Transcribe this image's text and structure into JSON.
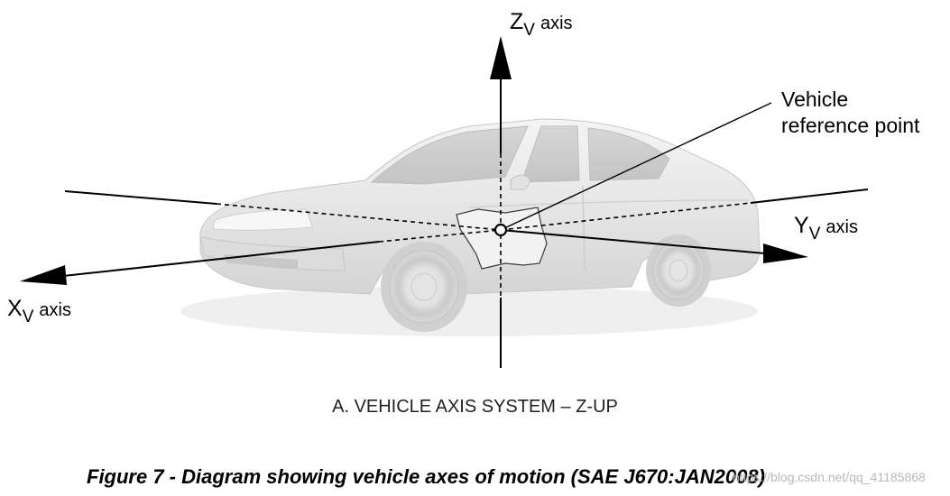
{
  "axes": {
    "z": {
      "letter": "Z",
      "subscript": "V",
      "word": "axis"
    },
    "y": {
      "letter": "Y",
      "subscript": "V",
      "word": "axis"
    },
    "x": {
      "letter": "X",
      "subscript": "V",
      "word": "axis"
    }
  },
  "reference_point": {
    "line1": "Vehicle",
    "line2": "reference point"
  },
  "subcaption": "A. VEHICLE AXIS SYSTEM – Z-UP",
  "caption": "Figure 7 - Diagram showing vehicle axes of motion (SAE J670:JAN2008)",
  "watermark": "https://blog.csdn.net/qq_41185868",
  "colors": {
    "car_body": "#e8e8e8",
    "car_shadow": "#cfcfcf",
    "axis_line": "#000000",
    "background": "#ffffff"
  }
}
